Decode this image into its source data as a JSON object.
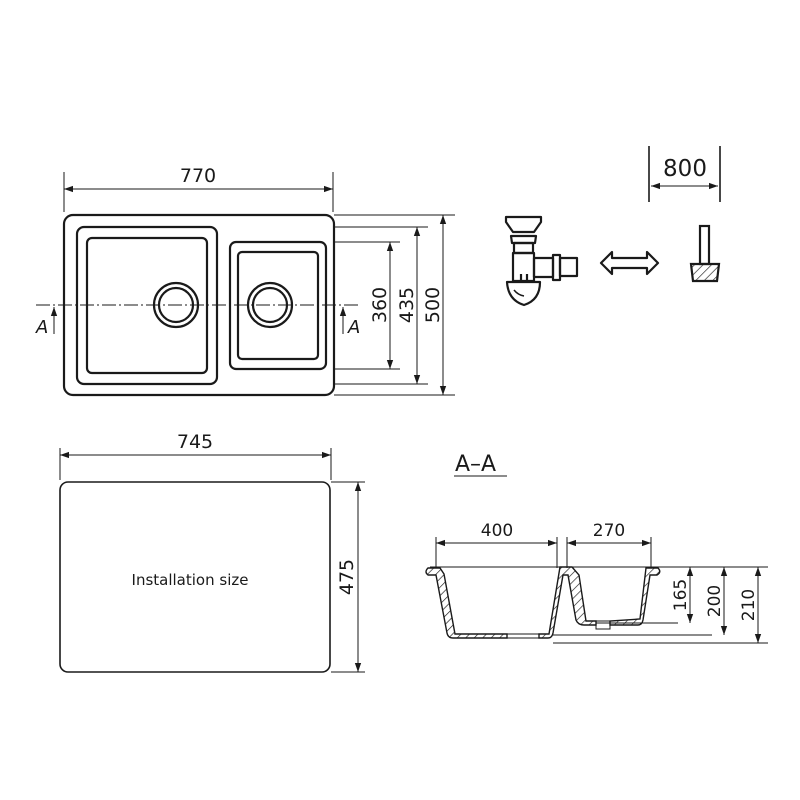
{
  "top_view": {
    "width_label": "770",
    "height_labels": {
      "inner_bowl": "360",
      "outer_bowl": "435",
      "overall": "500"
    },
    "section_marker_left": "A",
    "section_marker_right": "A"
  },
  "siphon_panel": {
    "width_label": "800",
    "siphon_icon": "siphon-icon",
    "arrow_icon": "double-arrow-icon",
    "cabinet_icon": "cabinet-leg-icon"
  },
  "installation_view": {
    "width_label": "745",
    "height_label": "475",
    "center_label": "Installation size"
  },
  "section_view": {
    "title": "A–A",
    "large_bowl_width": "400",
    "small_bowl_width": "270",
    "depth_small": "165",
    "depth_large": "200",
    "depth_overall": "210"
  },
  "colors": {
    "line": "#1a1a1a",
    "background": "#ffffff"
  }
}
